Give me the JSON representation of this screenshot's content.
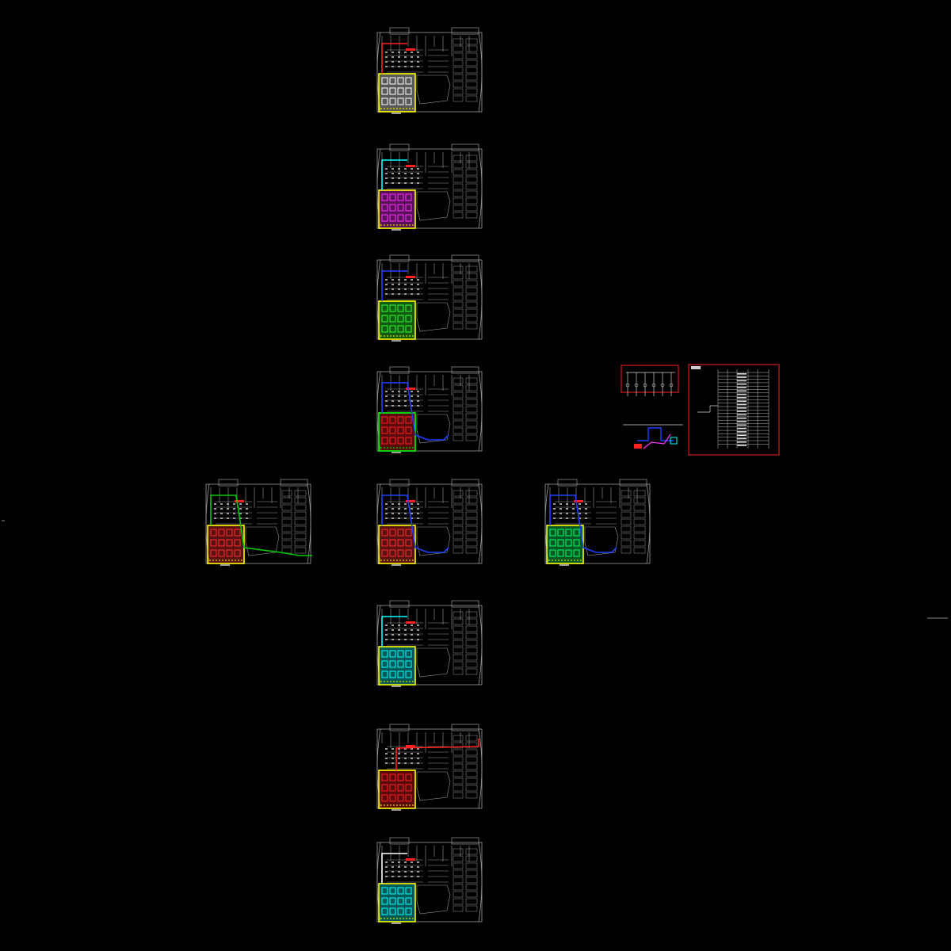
{
  "drawing": {
    "background": "#000000",
    "base_line_color": "#9a9a9a",
    "sheets": [
      {
        "id": "plan-1",
        "accent": "#ffff00",
        "zone_fill": "#ffffff",
        "route": "#ff2020"
      },
      {
        "id": "plan-2",
        "accent": "#ffff00",
        "zone_fill": "#ff33ff",
        "route": "#00ffff"
      },
      {
        "id": "plan-3",
        "accent": "#ffff00",
        "zone_fill": "#33ff33",
        "route": "#2040ff"
      },
      {
        "id": "plan-4",
        "accent": "#00ff00",
        "zone_fill": "#ff2020",
        "route": "#2040ff"
      },
      {
        "id": "plan-5-left",
        "accent": "#ffff00",
        "zone_fill": "#ff3030",
        "route": "#00cc00"
      },
      {
        "id": "plan-5-center",
        "accent": "#ffff00",
        "zone_fill": "#ff3030",
        "route": "#2040ff"
      },
      {
        "id": "plan-5-right",
        "accent": "#ffff00",
        "zone_fill": "#00ff66",
        "route": "#2040ff"
      },
      {
        "id": "plan-6",
        "accent": "#ffff00",
        "zone_fill": "#00ffff",
        "route": "#00ffff"
      },
      {
        "id": "plan-7",
        "accent": "#ffff00",
        "zone_fill": "#ff2020",
        "route": "#ff2020"
      },
      {
        "id": "plan-8",
        "accent": "#ffff00",
        "zone_fill": "#00ffff",
        "route": "#ffffff"
      }
    ],
    "schematic": {
      "frame_color": "#ff2020",
      "pipe_colors": [
        "#2040ff",
        "#ff33ff",
        "#00ffff"
      ]
    },
    "table_sheet": {
      "frame_color": "#ff2020",
      "rows": 22
    }
  }
}
